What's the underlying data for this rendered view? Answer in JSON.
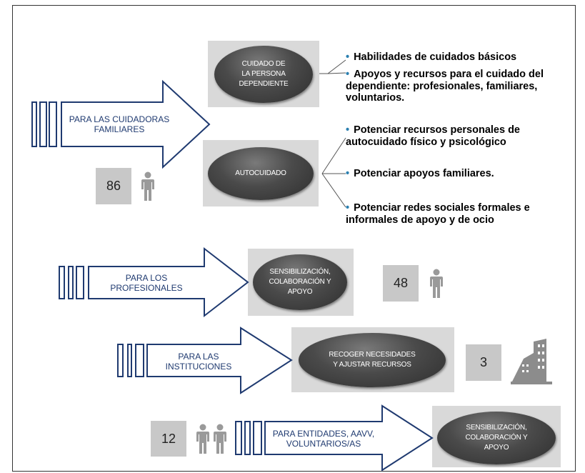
{
  "sections": [
    {
      "arrow_label": "PARA LAS CUIDADORAS\nFAMILIARES",
      "count": "86",
      "count_icon": "person-icon",
      "ovals": [
        "CUIDADO DE\nLA PERSONA\nDEPENDIENTE",
        "AUTOCUIDADO"
      ],
      "bullets_oval1": [
        "Habilidades de cuidados básicos",
        "Apoyos y recursos para el cuidado del dependiente: profesionales, familiares, voluntarios."
      ],
      "bullets_oval2": [
        "Potenciar recursos personales de autocuidado físico y psicológico",
        "Potenciar apoyos familiares.",
        "Potenciar redes sociales formales e informales de apoyo y de ocio"
      ]
    },
    {
      "arrow_label": "PARA LOS\nPROFESIONALES",
      "oval": "SENSIBILIZACIÓN,\nCOLABORACIÓN Y\nAPOYO",
      "count": "48",
      "count_icon": "person-icon"
    },
    {
      "arrow_label": "PARA LAS\nINSTITUCIONES",
      "oval": "RECOGER NECESIDADES\nY AJUSTAR RECURSOS",
      "count": "3",
      "count_icon": "building-icon"
    },
    {
      "arrow_label": "PARA ENTIDADES, AAVV,\nVOLUNTARIOS/AS",
      "oval": "SENSIBILIZACIÓN,\nCOLABORACIÓN Y\nAPOYO",
      "count": "12",
      "count_icon": "two-people-icon"
    }
  ],
  "colors": {
    "arrow_stroke": "#1f3a70",
    "oval": "#3f3f3f",
    "panel": "#d9d9d9",
    "bullet_dot": "#2a7fb0"
  }
}
